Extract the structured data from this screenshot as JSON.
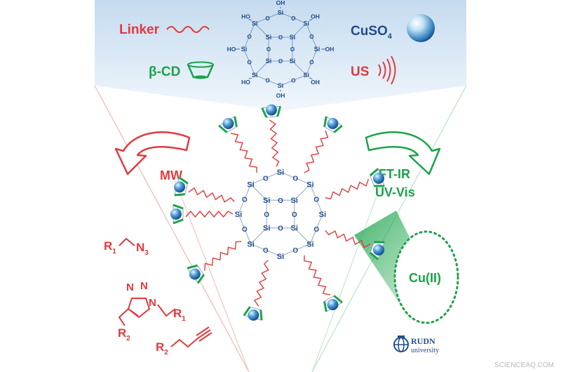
{
  "colors": {
    "red": "#e03a3e",
    "green": "#1aa34a",
    "navy": "#1f4e8c",
    "panel_top": "#c8ddf0",
    "panel_bottom": "#eef5fb"
  },
  "top_panel": {
    "linker_label": "Linker",
    "cd_label": "β-CD",
    "cuso4_main": "CuSO",
    "cuso4_sub": "4",
    "us_label": "US",
    "icons": [
      "wavy-linker-icon",
      "cyclodextrin-cone-icon",
      "copper-sphere-icon",
      "ultrasound-waves-icon"
    ]
  },
  "cage": {
    "si": "Si",
    "o": "O",
    "oh": "OH",
    "ho": "HO"
  },
  "left_side": {
    "mw_label": "MW",
    "azide": {
      "r": "R",
      "r_sub": "1",
      "n": "N",
      "n_sub": "3"
    },
    "triazole": {
      "n1": "N",
      "n2": "N",
      "n3": "N",
      "r1": "R",
      "r1_sub": "1",
      "r2": "R",
      "r2_sub": "2"
    },
    "alkyne": {
      "r": "R",
      "r_sub": "2"
    }
  },
  "right_side": {
    "ftir_label": "FT-IR",
    "uvvis_label": "UV-Vis",
    "cu_label": "Cu(II)"
  },
  "logo": {
    "name": "RUDN",
    "sub": "university"
  },
  "watermark": "SCIENCEAQ.COM"
}
